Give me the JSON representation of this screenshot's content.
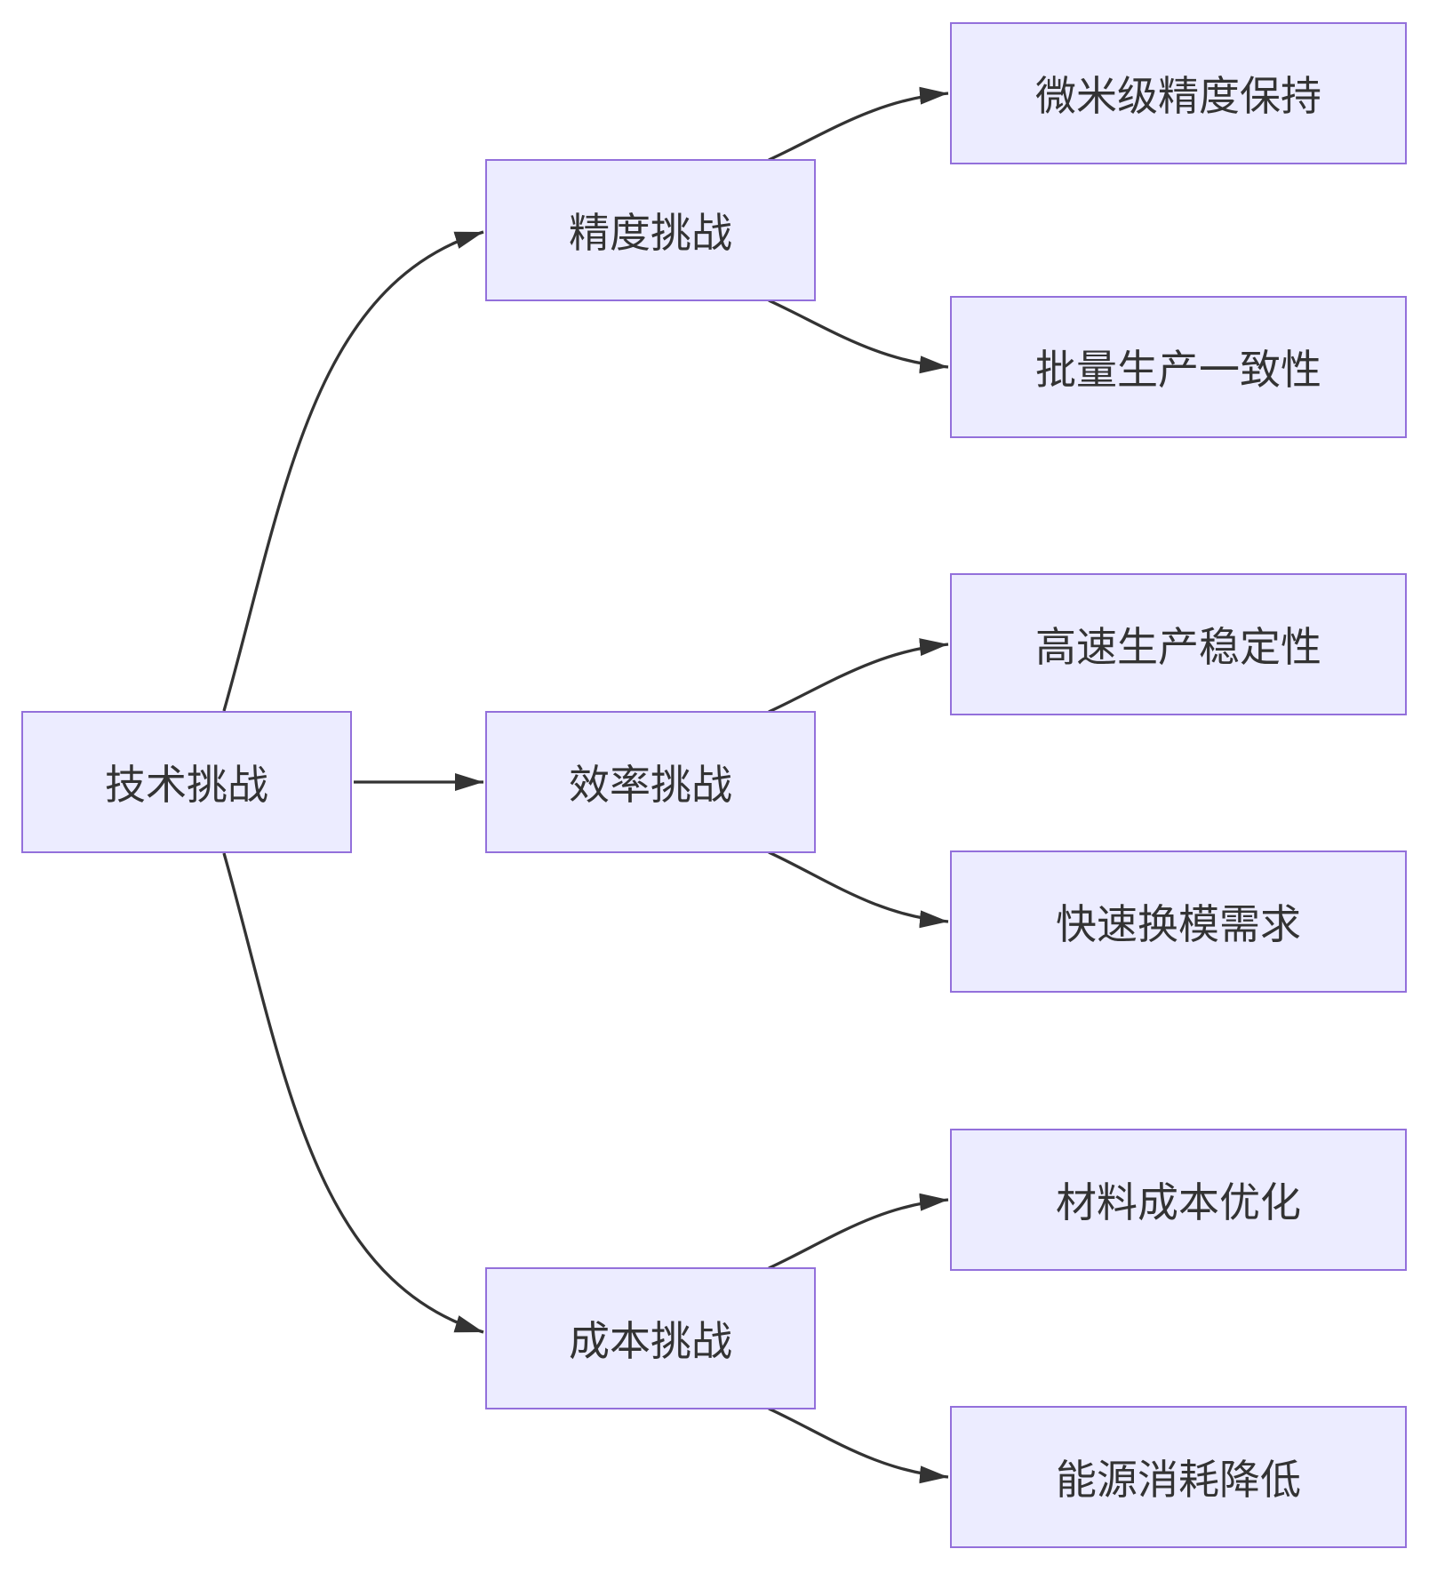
{
  "diagram": {
    "type": "flowchart-left-to-right",
    "root": {
      "label": "技术挑战"
    },
    "branches": [
      {
        "label": "精度挑战",
        "children": [
          {
            "label": "微米级精度保持"
          },
          {
            "label": "批量生产一致性"
          }
        ]
      },
      {
        "label": "效率挑战",
        "children": [
          {
            "label": "高速生产稳定性"
          },
          {
            "label": "快速换模需求"
          }
        ]
      },
      {
        "label": "成本挑战",
        "children": [
          {
            "label": "材料成本优化"
          },
          {
            "label": "能源消耗降低"
          }
        ]
      }
    ],
    "colors": {
      "node_fill": "#ECECFF",
      "node_border": "#9370DB",
      "edge": "#333333",
      "text": "#333333",
      "background": "#ffffff"
    }
  }
}
